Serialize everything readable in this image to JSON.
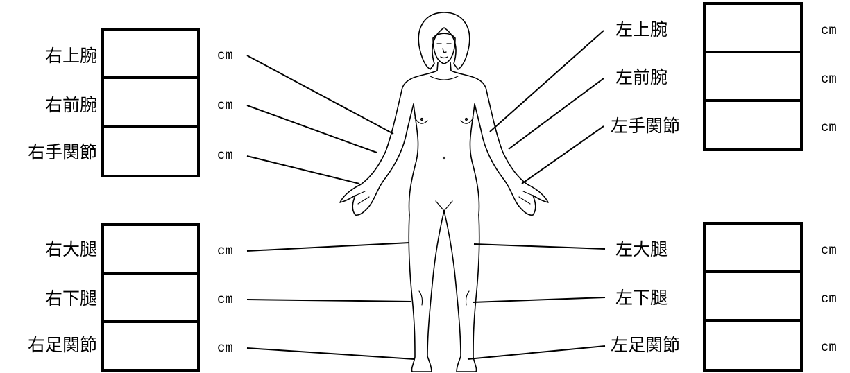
{
  "unit": "cm",
  "right_side": {
    "upper_arm": "右上腕",
    "forearm": "右前腕",
    "wrist": "右手関節",
    "thigh": "右大腿",
    "lower_leg": "右下腿",
    "ankle": "右足関節"
  },
  "left_side": {
    "upper_arm": "左上腕",
    "forearm": "左前腕",
    "wrist": "左手関節",
    "thigh": "左大腿",
    "lower_leg": "左下腿",
    "ankle": "左足関節"
  },
  "values": {
    "right_upper_arm": "",
    "right_forearm": "",
    "right_wrist": "",
    "right_thigh": "",
    "right_lower_leg": "",
    "right_ankle": "",
    "left_upper_arm": "",
    "left_forearm": "",
    "left_wrist": "",
    "left_thigh": "",
    "left_lower_leg": "",
    "left_ankle": ""
  }
}
